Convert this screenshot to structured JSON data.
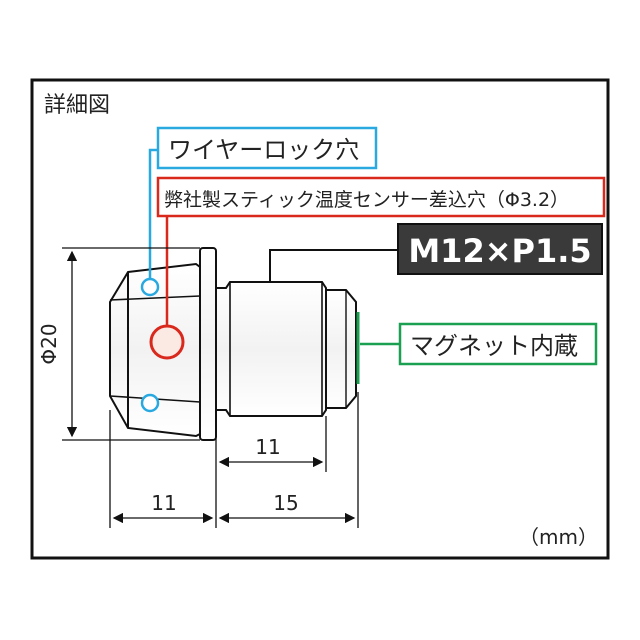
{
  "title": "詳細図",
  "callouts": {
    "wire_lock_hole": "ワイヤーロック穴",
    "sensor_hole": "弊社製スティック温度センサー差込穴（Φ3.2）",
    "thread_spec": "M12×P1.5",
    "magnet": "マグネット内蔵"
  },
  "dimensions": {
    "head_diameter": "Φ20",
    "shaft_length": "11",
    "head_length": "11",
    "total_thread_length": "15"
  },
  "unit": "（mm）",
  "colors": {
    "wire_lock": "#29a9e0",
    "sensor": "#d9281c",
    "magnet": "#1aa050",
    "thread_label_bg": "#3a3a3a",
    "outline": "#111111"
  }
}
